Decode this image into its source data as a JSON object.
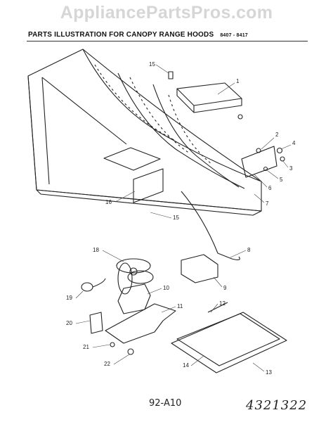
{
  "watermark": "AppliancePartsPros.com",
  "header": {
    "title": "PARTS ILLUSTRATION FOR CANOPY RANGE HOODS",
    "models": "8407 - 8417"
  },
  "callouts": [
    "1",
    "2",
    "3",
    "4",
    "5",
    "6",
    "7",
    "8",
    "9",
    "10",
    "11",
    "12",
    "13",
    "14",
    "15",
    "15",
    "16",
    "18",
    "19",
    "20",
    "21",
    "22"
  ],
  "footer": {
    "page_code": "92-A10",
    "part_number": "4321322"
  }
}
